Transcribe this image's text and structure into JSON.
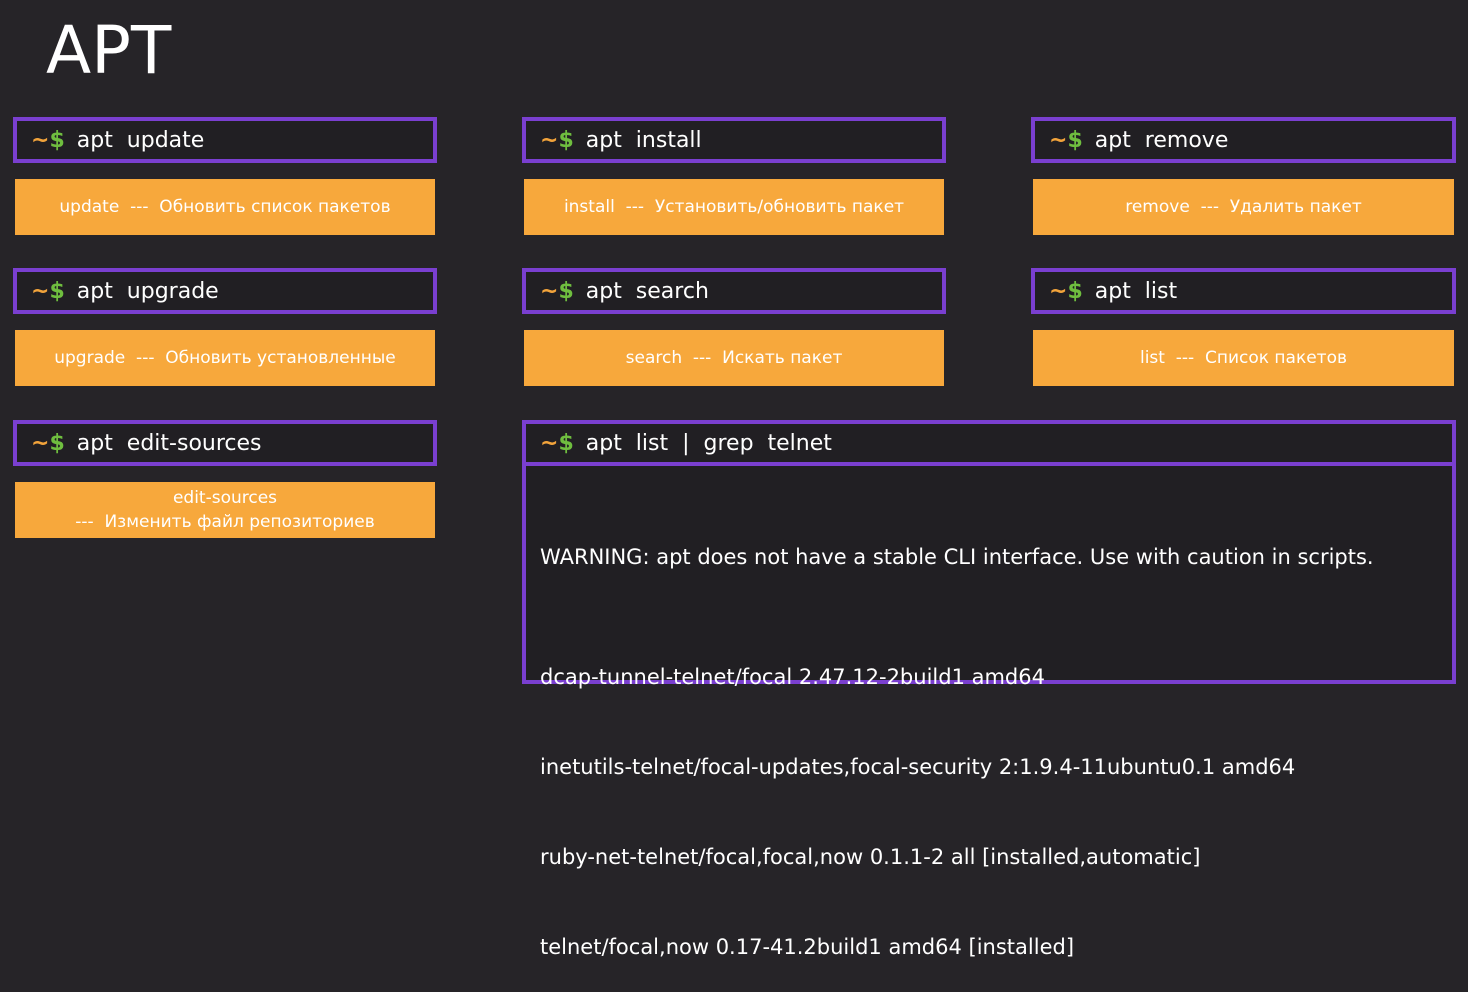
{
  "title": "APT",
  "prompt": {
    "tilde": "~",
    "dollar": "$"
  },
  "commands": [
    {
      "text": "apt  update",
      "desc": "update  ---  Обновить список пакетов"
    },
    {
      "text": "apt  install",
      "desc": "install  ---  Установить/обновить пакет"
    },
    {
      "text": "apt  remove",
      "desc": "remove  ---  Удалить пакет"
    },
    {
      "text": "apt  upgrade",
      "desc": "upgrade  ---  Обновить установленные"
    },
    {
      "text": "apt  search",
      "desc": "search  ---  Искать пакет"
    },
    {
      "text": "apt  list",
      "desc": "list  ---  Список пакетов"
    },
    {
      "text": "apt  edit-sources",
      "desc_line1": "edit-sources",
      "desc_line2": "---  Изменить файл репозиториев"
    },
    {
      "text": "apt  list  |  grep  telnet"
    }
  ],
  "output": {
    "warning": "WARNING: apt does not have a stable CLI interface. Use with caution in scripts.",
    "lines": [
      "dcap-tunnel-telnet/focal 2.47.12-2build1 amd64",
      "inetutils-telnet/focal-updates,focal-security 2:1.9.4-11ubuntu0.1 amd64",
      "ruby-net-telnet/focal,focal,now 0.1.1-2 all [installed,automatic]",
      "telnet/focal,now 0.17-41.2build1 amd64 [installed]"
    ]
  },
  "colors": {
    "background": "#262428",
    "border": "#7a3fd0",
    "card": "#f7a83c",
    "tilde": "#f2a33b",
    "dollar": "#6fbe3f"
  }
}
